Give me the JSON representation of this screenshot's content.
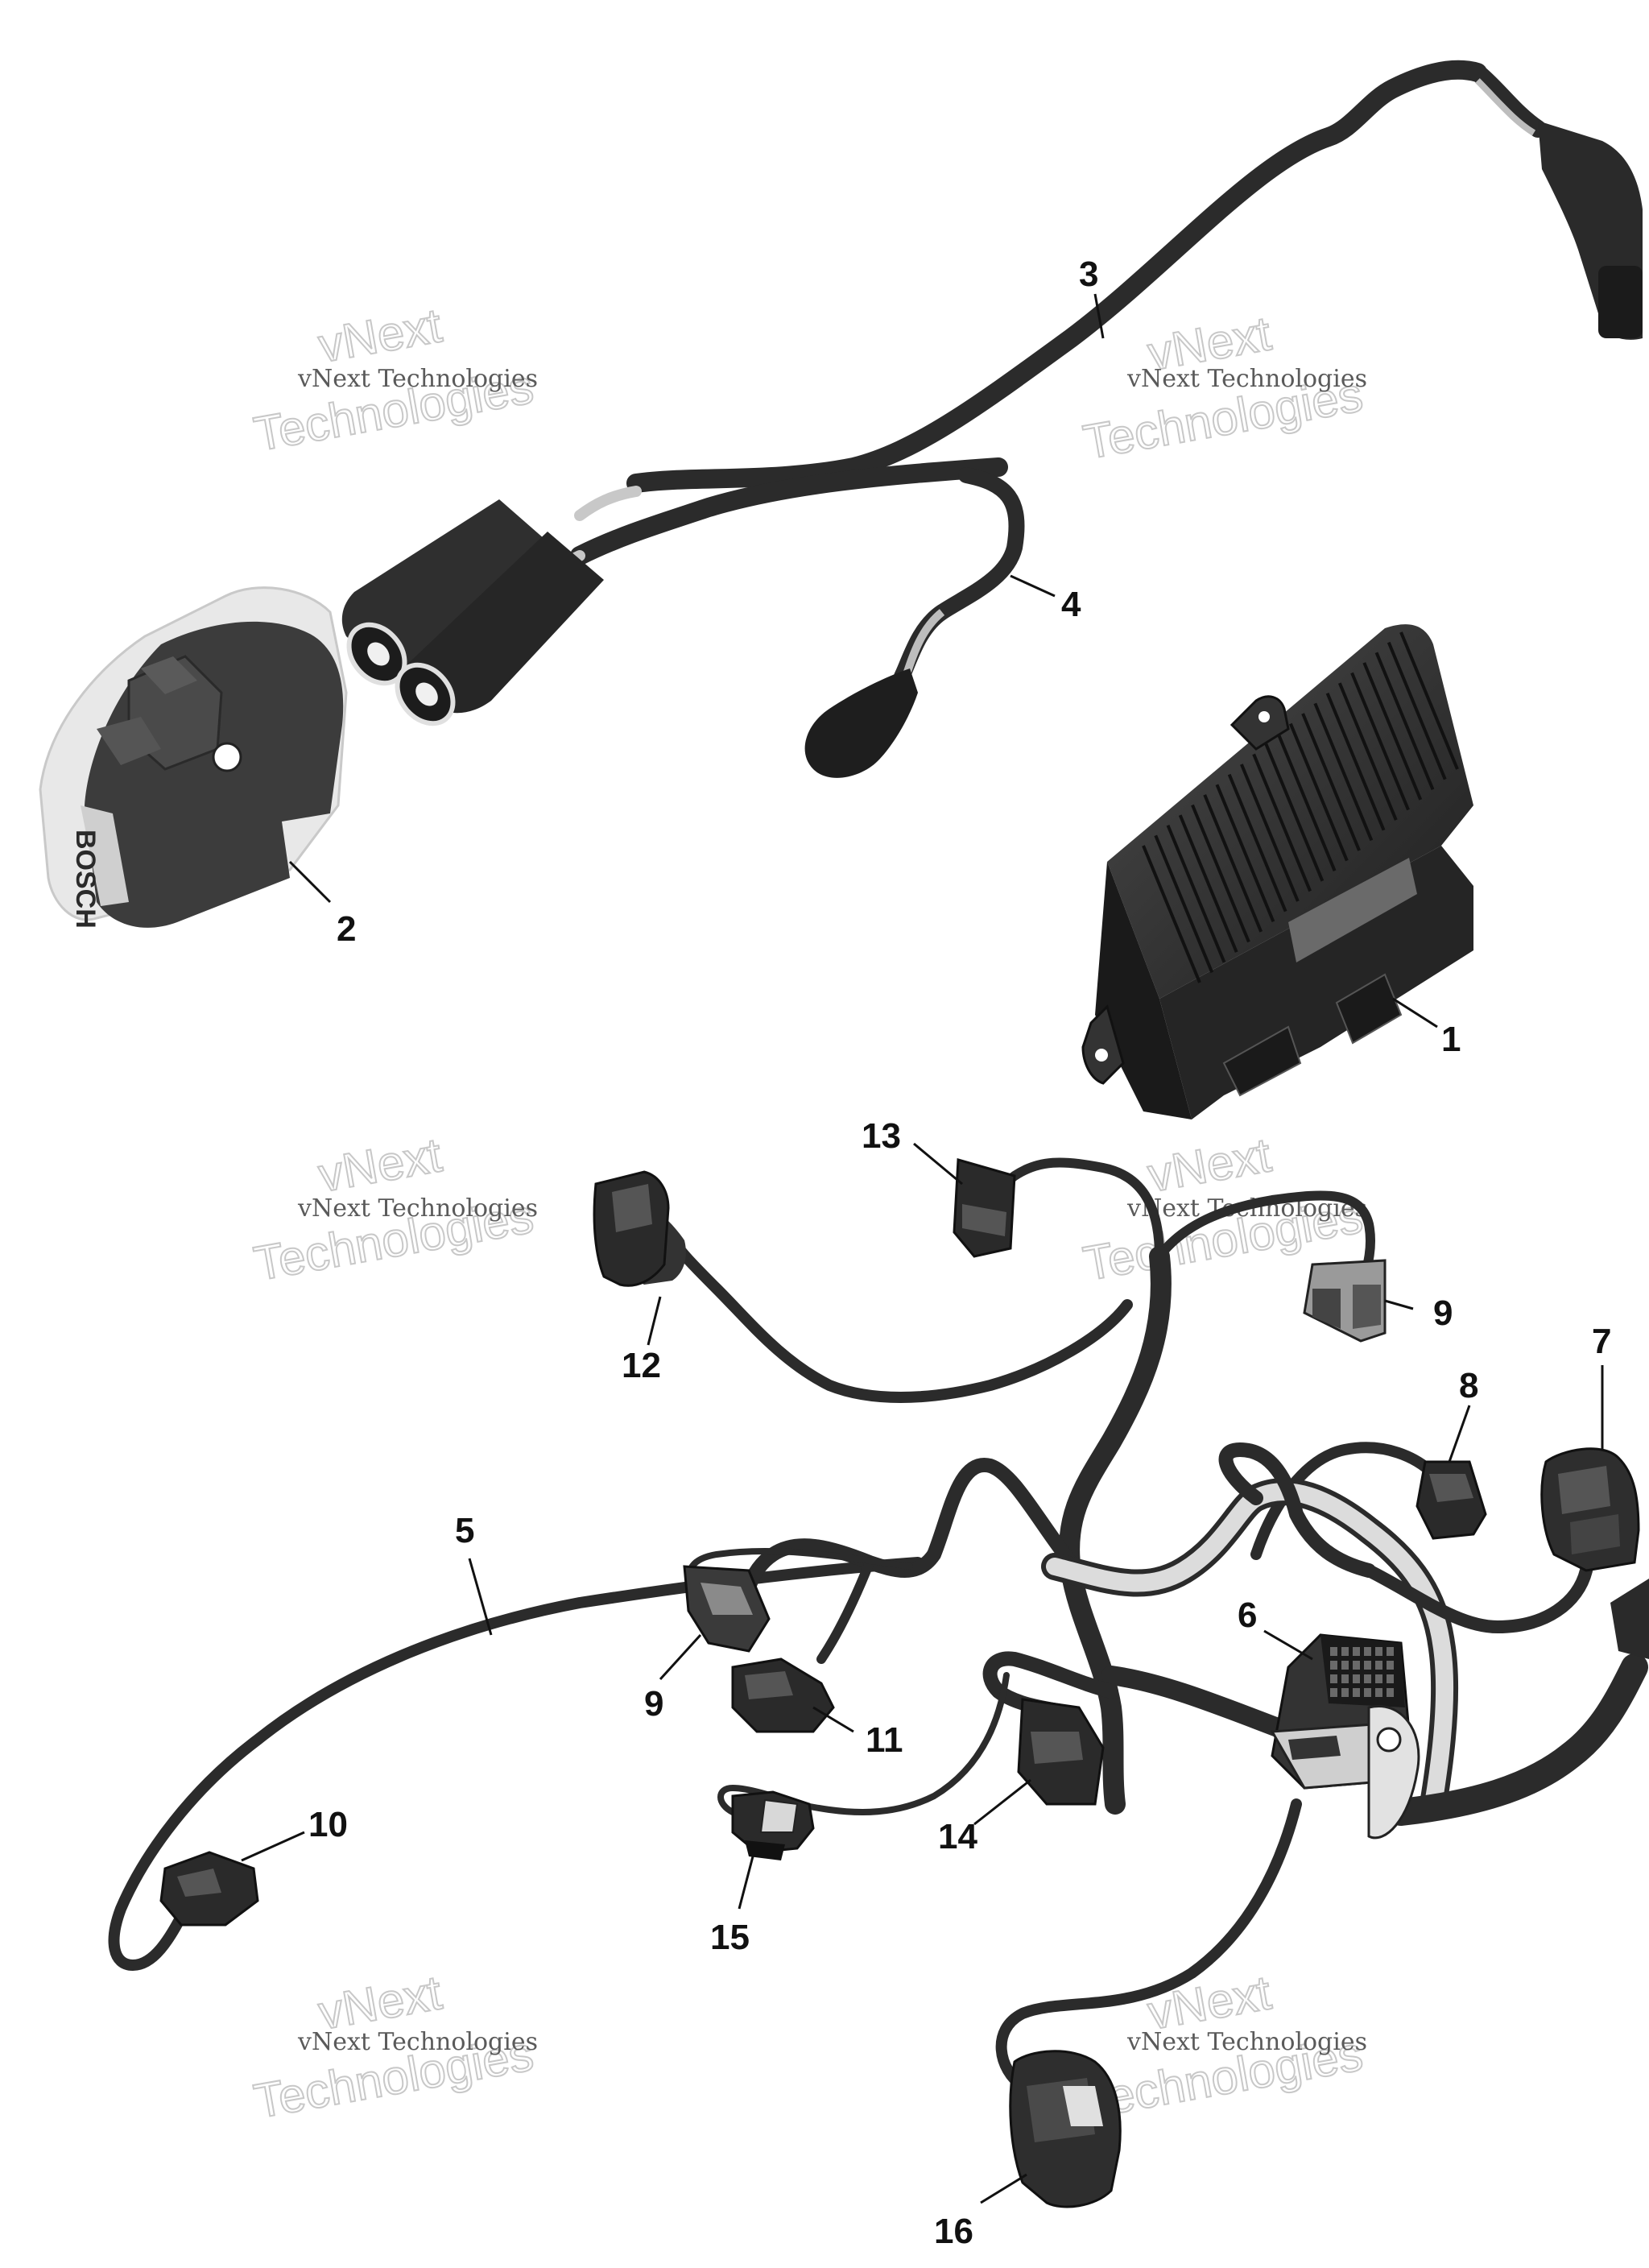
{
  "diagram": {
    "callouts": [
      "1",
      "2",
      "3",
      "4",
      "5",
      "6",
      "7",
      "8",
      "9",
      "9",
      "10",
      "11",
      "12",
      "13",
      "14",
      "15",
      "16"
    ],
    "part_marking": "BOSCH",
    "watermark": {
      "line1": "vNext",
      "line2": "Technologies",
      "small": "vNext Technologies"
    },
    "colors": {
      "wire": "#2b2b2b",
      "component": "#3a3a3a",
      "highlight": "#d9d9d9"
    }
  }
}
